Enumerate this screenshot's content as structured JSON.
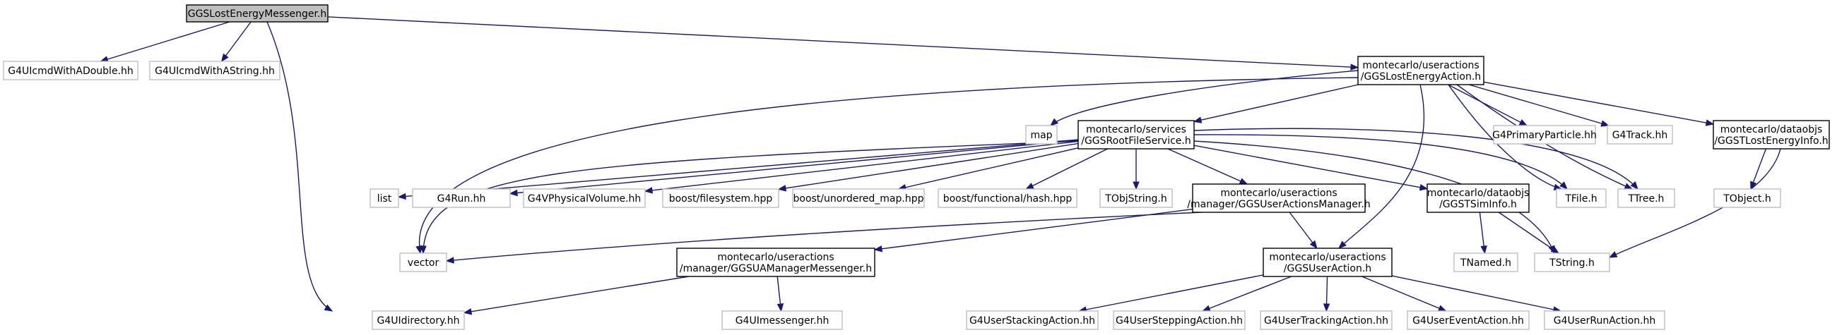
{
  "diagram": {
    "kind": "include-dependency-graph",
    "colors": {
      "edge": "#191970",
      "header_fill": "#bfbfbf",
      "internal_border": "#000000",
      "external_border": "#bfbfbf"
    },
    "nodes": [
      {
        "id": "root",
        "style": "header",
        "lines": [
          "GGSLostEnergyMessenger.h"
        ]
      },
      {
        "id": "g4cmddouble",
        "style": "external",
        "lines": [
          "G4UIcmdWithADouble.hh"
        ]
      },
      {
        "id": "g4cmdstring",
        "style": "external",
        "lines": [
          "G4UIcmdWithAString.hh"
        ]
      },
      {
        "id": "lostaction",
        "style": "internal",
        "lines": [
          "montecarlo/useractions",
          "/GGSLostEnergyAction.h"
        ]
      },
      {
        "id": "g4uidir",
        "style": "external",
        "lines": [
          "G4UIdirectory.hh"
        ]
      },
      {
        "id": "map",
        "style": "external",
        "lines": [
          "map"
        ]
      },
      {
        "id": "rootfile",
        "style": "internal",
        "lines": [
          "montecarlo/services",
          "/GGSRootFileService.h"
        ]
      },
      {
        "id": "g4primary",
        "style": "external",
        "lines": [
          "G4PrimaryParticle.hh"
        ]
      },
      {
        "id": "g4track",
        "style": "external",
        "lines": [
          "G4Track.hh"
        ]
      },
      {
        "id": "lostinfo",
        "style": "internal",
        "lines": [
          "montecarlo/dataobjs",
          "/GGSTLostEnergyInfo.h"
        ]
      },
      {
        "id": "list",
        "style": "external",
        "lines": [
          "list"
        ]
      },
      {
        "id": "g4run",
        "style": "external",
        "lines": [
          "G4Run.hh"
        ]
      },
      {
        "id": "g4vphys",
        "style": "external",
        "lines": [
          "G4VPhysicalVolume.hh"
        ]
      },
      {
        "id": "bfs",
        "style": "external",
        "lines": [
          "boost/filesystem.hpp"
        ]
      },
      {
        "id": "bumap",
        "style": "external",
        "lines": [
          "boost/unordered_map.hpp"
        ]
      },
      {
        "id": "bhash",
        "style": "external",
        "lines": [
          "boost/functional/hash.hpp"
        ]
      },
      {
        "id": "tobjstring",
        "style": "external",
        "lines": [
          "TObjString.h"
        ]
      },
      {
        "id": "uamanager",
        "style": "internal",
        "lines": [
          "montecarlo/useractions",
          "/manager/GGSUserActionsManager.h"
        ]
      },
      {
        "id": "siminfo",
        "style": "internal",
        "lines": [
          "montecarlo/dataobjs",
          "/GGSTSimInfo.h"
        ]
      },
      {
        "id": "tfile",
        "style": "external",
        "lines": [
          "TFile.h"
        ]
      },
      {
        "id": "ttree",
        "style": "external",
        "lines": [
          "TTree.h"
        ]
      },
      {
        "id": "tobject",
        "style": "external",
        "lines": [
          "TObject.h"
        ]
      },
      {
        "id": "vector",
        "style": "external",
        "lines": [
          "vector"
        ]
      },
      {
        "id": "uamessenger",
        "style": "internal",
        "lines": [
          "montecarlo/useractions",
          "/manager/GGSUAManagerMessenger.h"
        ]
      },
      {
        "id": "useraction",
        "style": "internal",
        "lines": [
          "montecarlo/useractions",
          "/GGSUserAction.h"
        ]
      },
      {
        "id": "tnamed",
        "style": "external",
        "lines": [
          "TNamed.h"
        ]
      },
      {
        "id": "tstring",
        "style": "external",
        "lines": [
          "TString.h"
        ]
      },
      {
        "id": "g4uimessenger",
        "style": "external",
        "lines": [
          "G4UImessenger.hh"
        ]
      },
      {
        "id": "g4stacking",
        "style": "external",
        "lines": [
          "G4UserStackingAction.hh"
        ]
      },
      {
        "id": "g4stepping",
        "style": "external",
        "lines": [
          "G4UserSteppingAction.hh"
        ]
      },
      {
        "id": "g4tracking",
        "style": "external",
        "lines": [
          "G4UserTrackingAction.hh"
        ]
      },
      {
        "id": "g4event",
        "style": "external",
        "lines": [
          "G4UserEventAction.hh"
        ]
      },
      {
        "id": "g4runaction",
        "style": "external",
        "lines": [
          "G4UserRunAction.hh"
        ]
      }
    ],
    "edges": [
      [
        "root",
        "g4cmddouble"
      ],
      [
        "root",
        "g4cmdstring"
      ],
      [
        "root",
        "lostaction"
      ],
      [
        "root",
        "g4uidir"
      ],
      [
        "lostaction",
        "vector"
      ],
      [
        "lostaction",
        "map"
      ],
      [
        "lostaction",
        "rootfile"
      ],
      [
        "lostaction",
        "g4primary"
      ],
      [
        "lostaction",
        "g4track"
      ],
      [
        "lostaction",
        "lostinfo"
      ],
      [
        "lostaction",
        "useraction"
      ],
      [
        "lostaction",
        "tfile"
      ],
      [
        "lostaction",
        "ttree"
      ],
      [
        "rootfile",
        "list"
      ],
      [
        "rootfile",
        "g4run"
      ],
      [
        "rootfile",
        "g4vphys"
      ],
      [
        "rootfile",
        "bfs"
      ],
      [
        "rootfile",
        "bumap"
      ],
      [
        "rootfile",
        "bhash"
      ],
      [
        "rootfile",
        "tobjstring"
      ],
      [
        "rootfile",
        "uamanager"
      ],
      [
        "rootfile",
        "siminfo"
      ],
      [
        "rootfile",
        "tfile"
      ],
      [
        "rootfile",
        "ttree"
      ],
      [
        "rootfile",
        "tstring"
      ],
      [
        "rootfile",
        "vector"
      ],
      [
        "lostinfo",
        "tobject"
      ],
      [
        "lostinfo",
        "tstring"
      ],
      [
        "uamanager",
        "vector"
      ],
      [
        "uamanager",
        "uamessenger"
      ],
      [
        "uamanager",
        "useraction"
      ],
      [
        "siminfo",
        "tnamed"
      ],
      [
        "siminfo",
        "tstring"
      ],
      [
        "uamessenger",
        "g4uidir"
      ],
      [
        "uamessenger",
        "g4uimessenger"
      ],
      [
        "useraction",
        "g4stacking"
      ],
      [
        "useraction",
        "g4stepping"
      ],
      [
        "useraction",
        "g4tracking"
      ],
      [
        "useraction",
        "g4event"
      ],
      [
        "useraction",
        "g4runaction"
      ]
    ]
  }
}
